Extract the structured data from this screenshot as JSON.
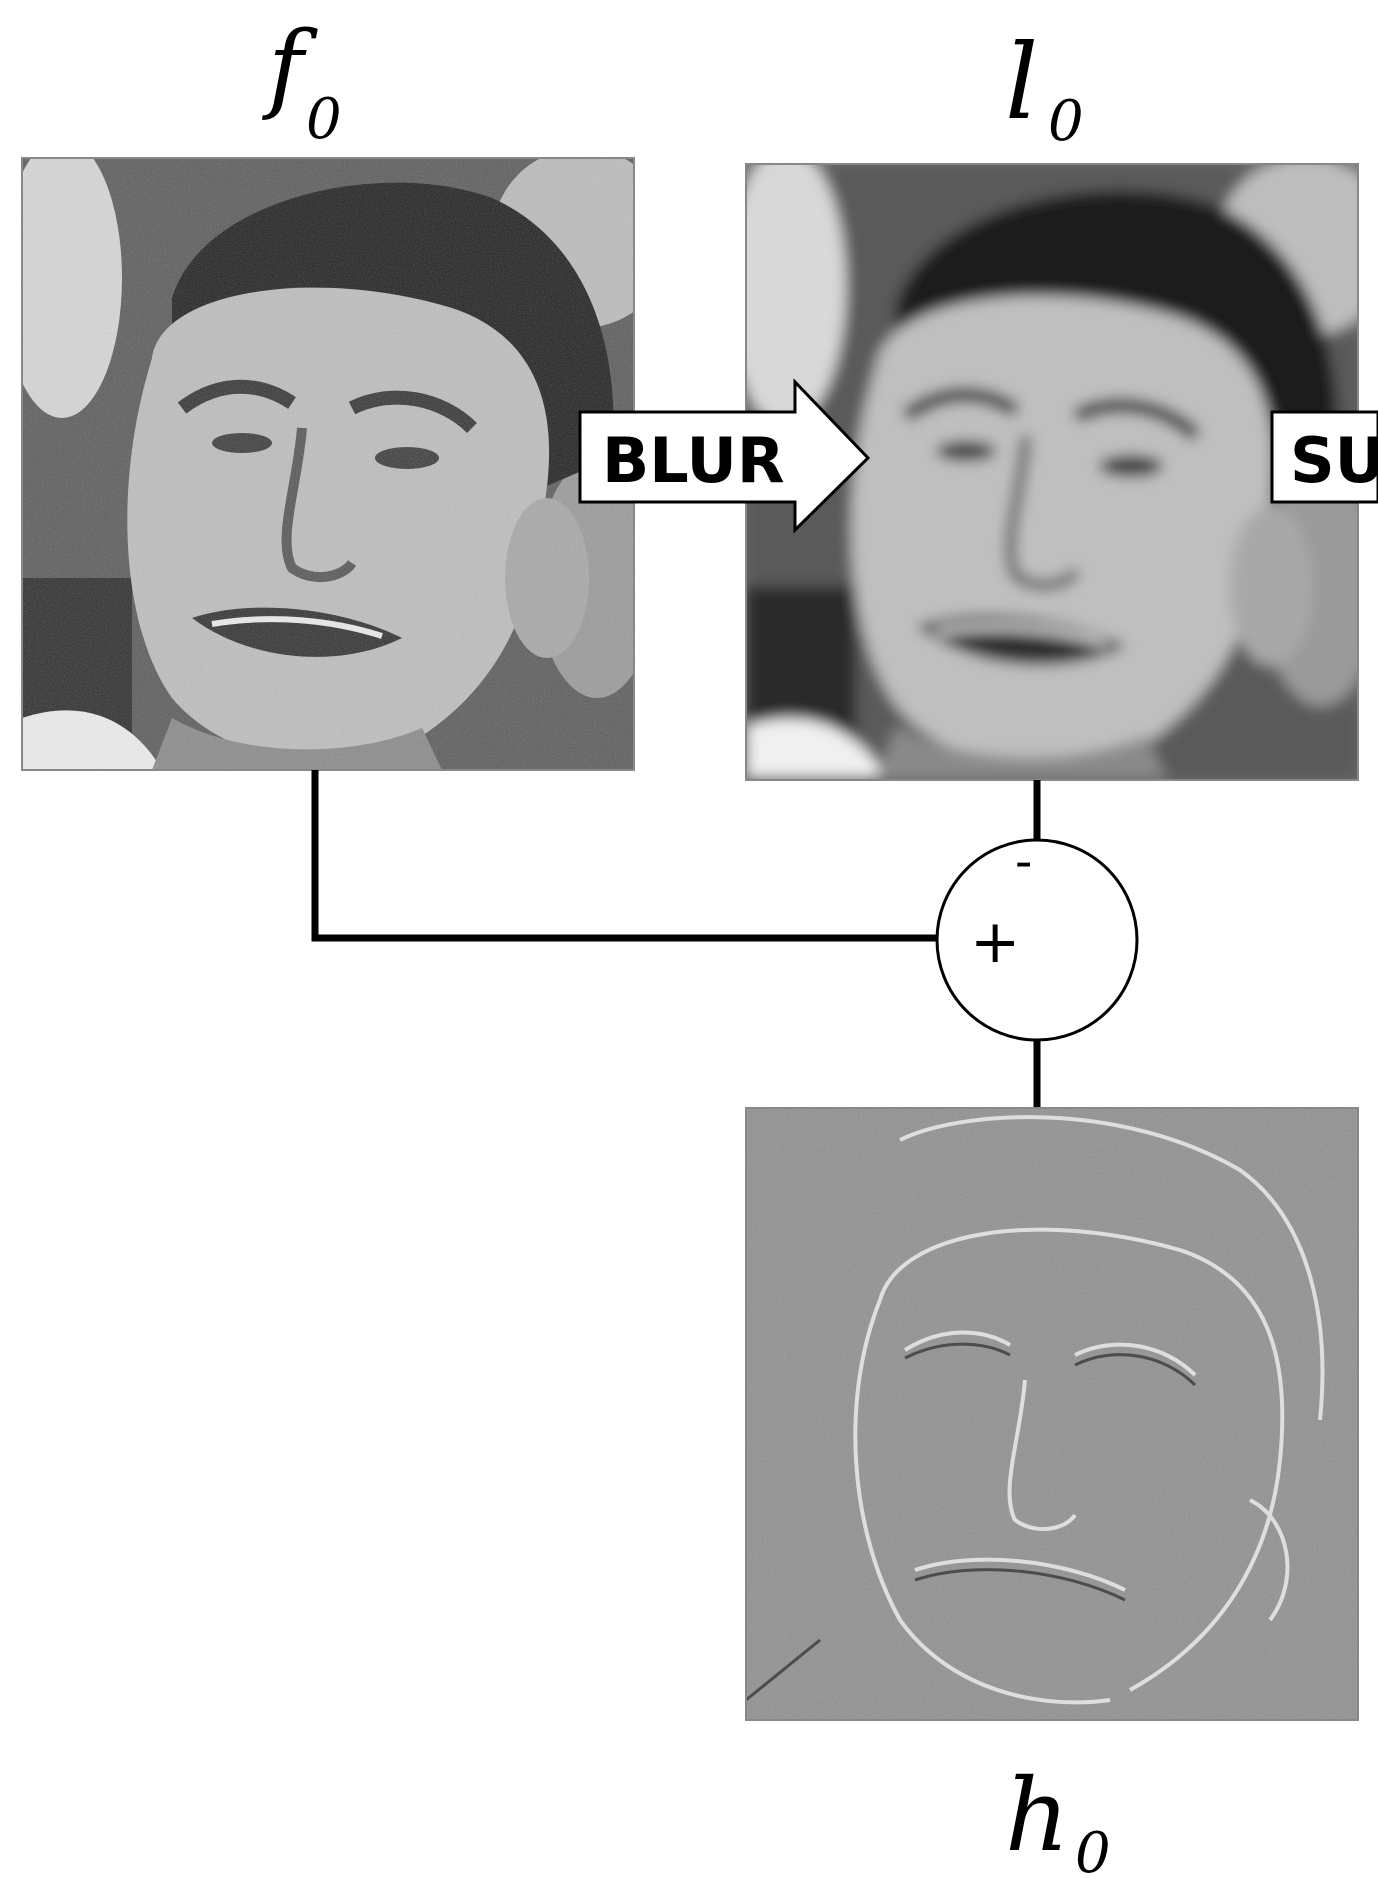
{
  "labels": {
    "f0": {
      "main": "f",
      "sub": "0"
    },
    "l0": {
      "main": "l",
      "sub": "0"
    },
    "h0": {
      "main": "h",
      "sub": "0"
    }
  },
  "arrows": {
    "blur": "BLUR",
    "sub_clipped": "SU"
  },
  "summing_node": {
    "plus": "+",
    "minus": "-"
  },
  "images": {
    "original": "portrait-photo",
    "blurred": "blurred-portrait-photo",
    "highpass": "edge-detail-portrait"
  }
}
